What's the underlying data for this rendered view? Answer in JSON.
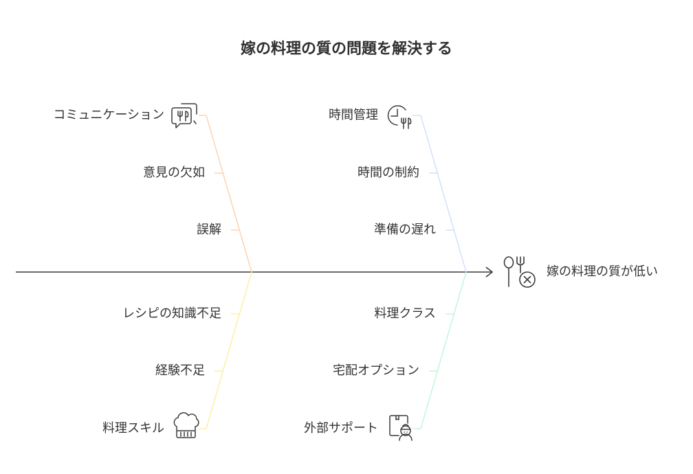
{
  "title": "嫁の料理の質の問題を解決する",
  "effect": {
    "label": "嫁の料理の質が低い",
    "icon": "spoon-fork-x-icon"
  },
  "categories": [
    {
      "name": "コミュニケーション",
      "icon": "speech-bubble-utensils-icon",
      "causes": [
        "意見の欠如",
        "誤解"
      ],
      "color": "#fcd5b5"
    },
    {
      "name": "時間管理",
      "icon": "clock-utensils-icon",
      "causes": [
        "時間の制約",
        "準備の遅れ"
      ],
      "color": "#d3e3fb"
    },
    {
      "name": "料理スキル",
      "icon": "chef-hat-icon",
      "causes": [
        "レシピの知識不足",
        "経験不足"
      ],
      "color": "#fdf0a8"
    },
    {
      "name": "外部サポート",
      "icon": "delivery-person-icon",
      "causes": [
        "料理クラス",
        "宅配オプション"
      ],
      "color": "#c6f5dc"
    }
  ]
}
